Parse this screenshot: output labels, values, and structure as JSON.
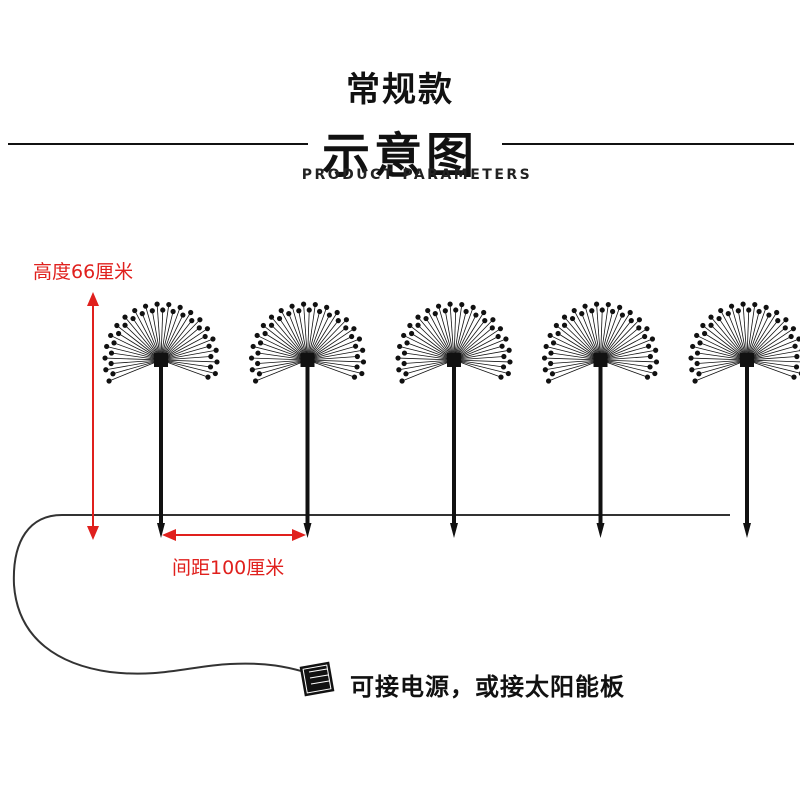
{
  "header": {
    "subtitle": "常规款",
    "title": "示意图",
    "title_en": "PRODUCT PARAMETERS"
  },
  "labels": {
    "height": "高度66厘米",
    "spacing": "间距100厘米"
  },
  "note": "可接电源，或接太阳能板",
  "colors": {
    "dimension": "#e0201d",
    "lamp": "#111111",
    "wire": "#333333"
  },
  "lamps": {
    "count": 5,
    "icon": "dandelion-firework-light-icon"
  }
}
